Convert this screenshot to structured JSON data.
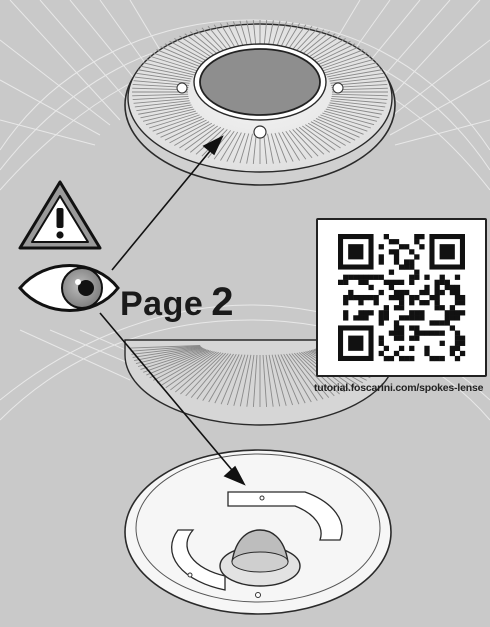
{
  "reference": {
    "word": "Page",
    "number": "2"
  },
  "qr": {
    "url": "tutorial.foscarini.com/spokes-lense"
  },
  "icons": {
    "warning": "warning-triangle-icon",
    "eye": "eye-icon",
    "qr": "qr-code-icon"
  },
  "colors": {
    "background": "#c9c9c9",
    "lens": "#8e8e8e",
    "ink": "#1a1a1a"
  }
}
